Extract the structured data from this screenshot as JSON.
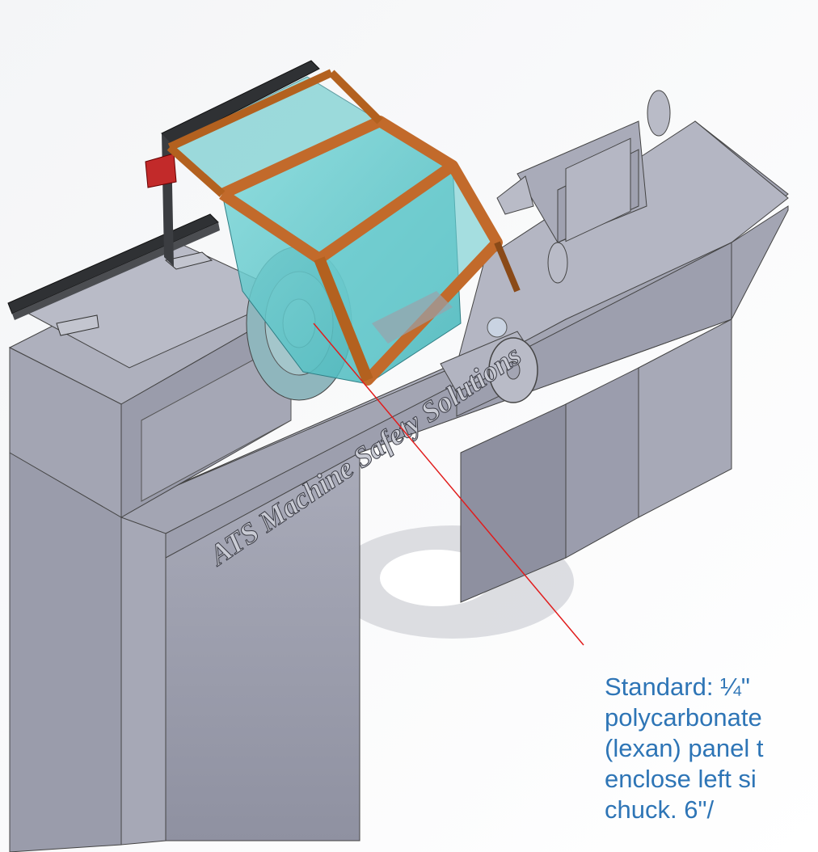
{
  "engraving": "ATS Machine Safety Solutions",
  "callout": {
    "lines": [
      "Standard:  ¼\"",
      "polycarbonate",
      "(lexan) panel t",
      "enclose left si",
      "chuck. 6\"/"
    ]
  },
  "colors": {
    "background": "#ffffff",
    "machine_body": "#a3a5b3",
    "machine_shadow": "#7f8191",
    "guard_frame": "#c26a2b",
    "guard_panel": "#4fc4c7",
    "callout_text": "#2e75b6",
    "leader_line": "#e11d1d"
  }
}
